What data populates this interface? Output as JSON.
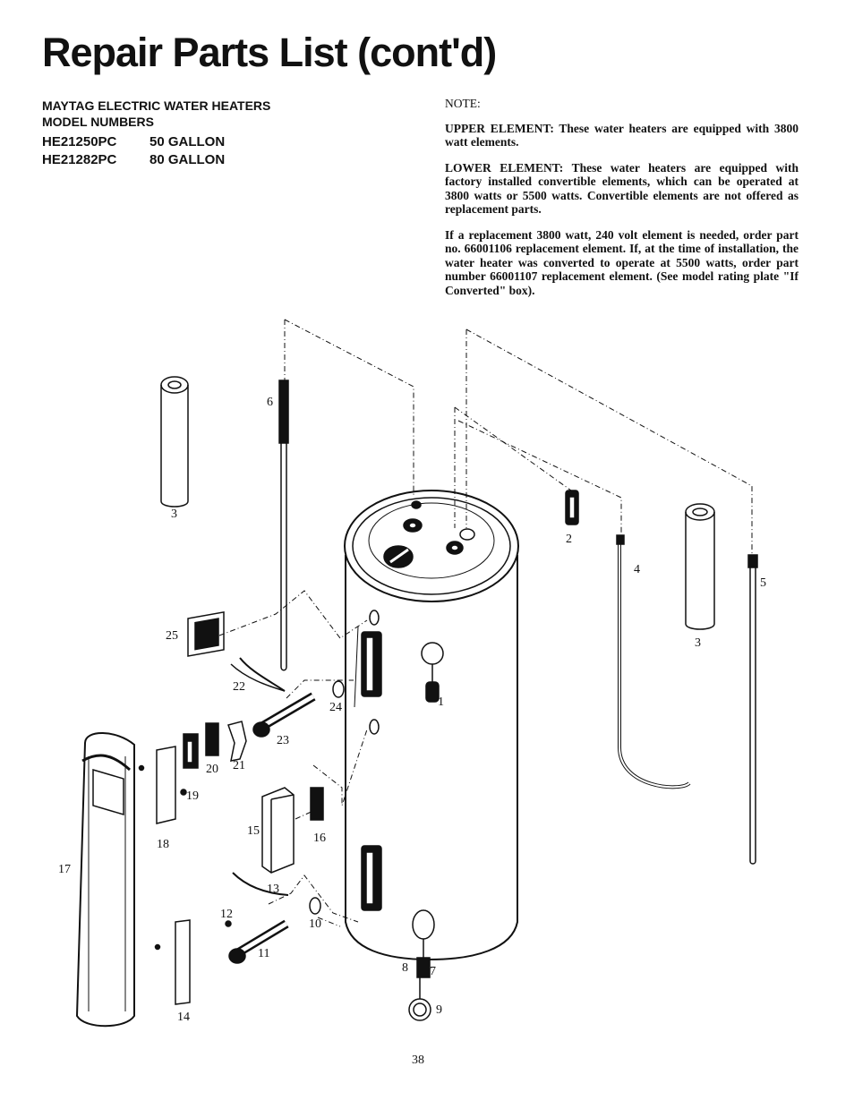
{
  "page": {
    "title": "Repair Parts List (cont'd)",
    "page_number": "38"
  },
  "models": {
    "heading_line1": "MAYTAG ELECTRIC WATER HEATERS",
    "heading_line2": "MODEL NUMBERS",
    "list": [
      {
        "model": "HE21250PC",
        "capacity": "50 GALLON"
      },
      {
        "model": "HE21282PC",
        "capacity": "80 GALLON"
      }
    ]
  },
  "note": {
    "heading": "NOTE:",
    "upper": "UPPER ELEMENT: These water heaters are equipped with 3800 watt elements.",
    "lower": "LOWER ELEMENT: These water heaters are equipped with factory installed convertible elements, which can be operated at 3800 watts or 5500 watts. Convertible elements are not offered as replacement parts.",
    "replacement": "If a replacement 3800 watt, 240 volt element is needed, order part no. 66001106 replacement element. If, at the time of installation, the water heater was converted to operate at 5500 watts, order part number 66001107 replacement element. (See model rating plate \"If Converted\" box)."
  },
  "callouts": {
    "c1": "1",
    "c2": "2",
    "c3a": "3",
    "c3b": "3",
    "c4": "4",
    "c5": "5",
    "c6": "6",
    "c7": "7",
    "c8": "8",
    "c9": "9",
    "c10": "10",
    "c11": "11",
    "c12": "12",
    "c13": "13",
    "c14": "14",
    "c15": "15",
    "c16": "16",
    "c17": "17",
    "c18": "18",
    "c19": "19",
    "c20": "20",
    "c21": "21",
    "c22": "22",
    "c23": "23",
    "c24": "24",
    "c25": "25"
  }
}
